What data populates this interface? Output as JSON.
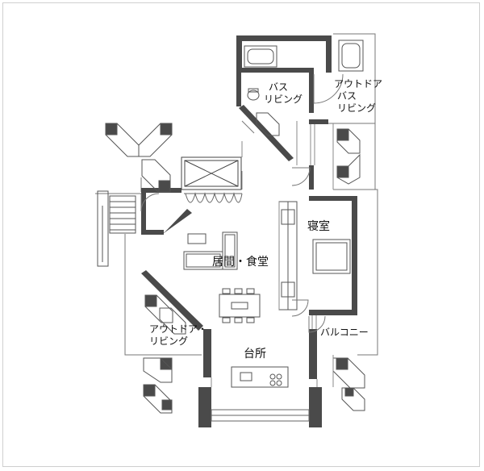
{
  "labels": {
    "bath_living": [
      "バス",
      "リビング"
    ],
    "outdoor_bath_living": [
      "アウトドア",
      "バス",
      "リビング"
    ],
    "bedroom": "寝室",
    "living_dining": "居間・食堂",
    "outdoor_living": [
      "アウトドア・",
      "リビング"
    ],
    "kitchen": "台所",
    "balcony": "バルコニー"
  },
  "colors": {
    "wall": "#4a4a4a",
    "line": "#6a6a6a",
    "light": "#9a9a9a",
    "text": "#111111"
  }
}
